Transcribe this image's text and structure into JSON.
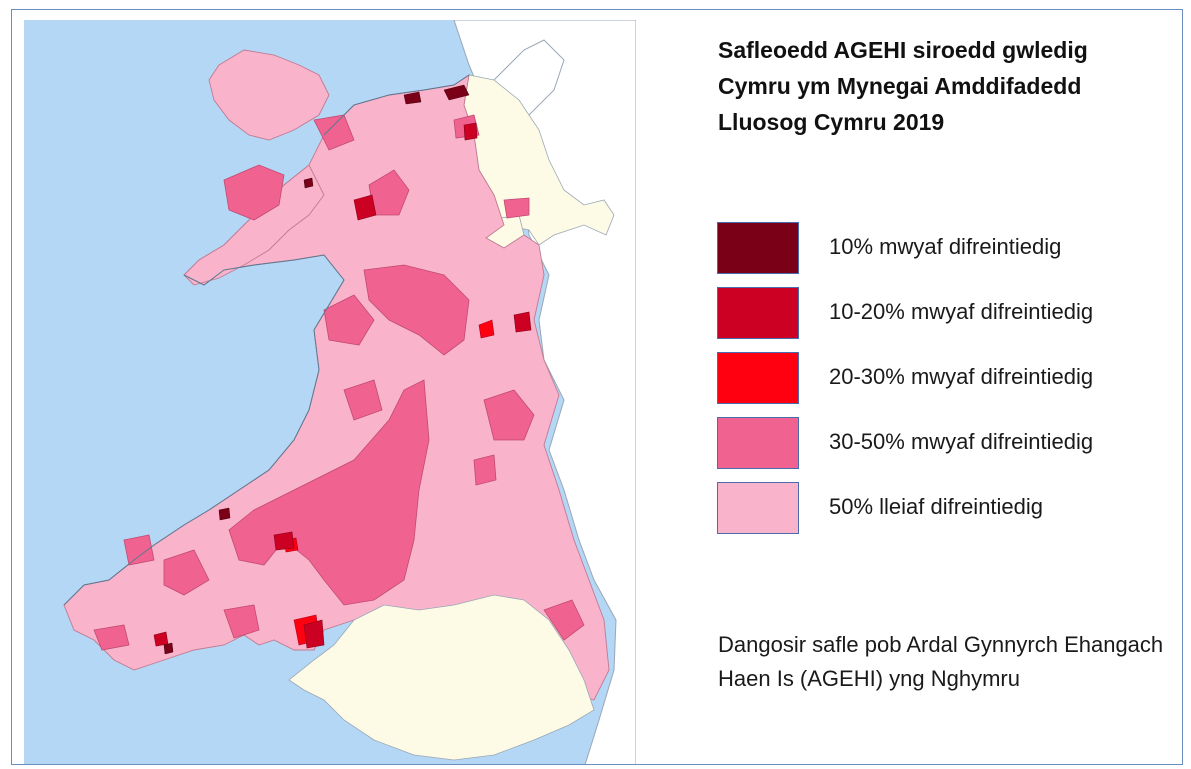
{
  "title": "Safleoedd AGEHI siroedd gwledig\nCymru ym Mynegai Amddifadedd\nLluosog Cymru 2019",
  "legend": [
    {
      "label": "10% mwyaf difreintiedig",
      "color": "#7a0017"
    },
    {
      "label": "10-20% mwyaf difreintiedig",
      "color": "#cc0022"
    },
    {
      "label": "20-30% mwyaf difreintiedig",
      "color": "#ff0010"
    },
    {
      "label": "30-50% mwyaf difreintiedig",
      "color": "#f0628f"
    },
    {
      "label": "50% lleiaf difreintiedig",
      "color": "#f9b4cb"
    }
  ],
  "note": "Dangosir safle pob Ardal Gynnyrch Ehangach Haen Is (AGEHI) yng Nghymru",
  "colors": {
    "sea": "#b3d7f5",
    "other_land": "#fdfbe6",
    "border": "#6c8ebf"
  }
}
